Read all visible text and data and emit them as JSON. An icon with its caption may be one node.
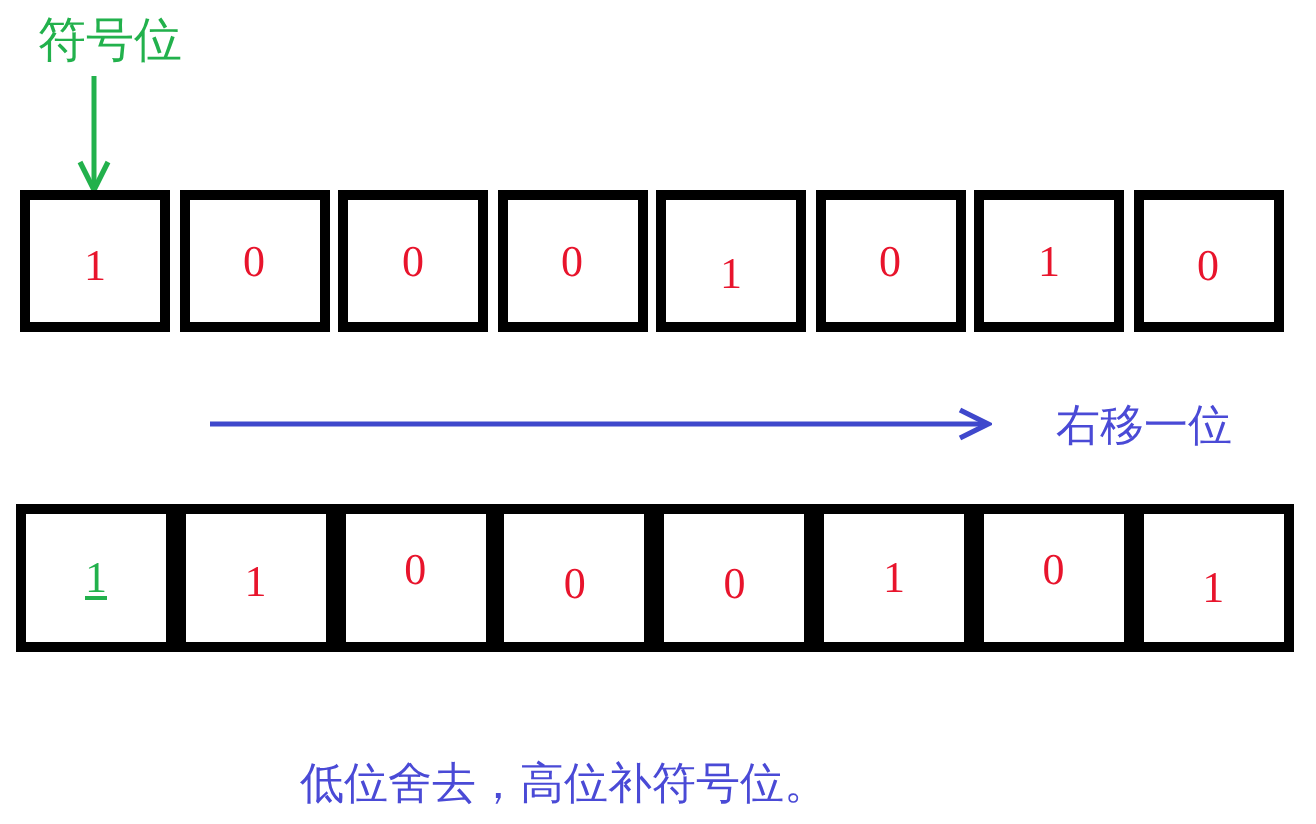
{
  "diagram": {
    "caption": "低位舍去，高位补符号位。",
    "nodes": [
      {
        "text": [
          "符号位"
        ]
      },
      {
        "text": [
          "1"
        ]
      },
      {
        "text": [
          "0"
        ]
      },
      {
        "text": [
          "0"
        ]
      },
      {
        "text": [
          "0"
        ]
      },
      {
        "text": [
          "1"
        ]
      },
      {
        "text": [
          "0"
        ]
      },
      {
        "text": [
          "1"
        ]
      },
      {
        "text": [
          "0"
        ]
      },
      {
        "text": [
          "1"
        ]
      },
      {
        "text": [
          "1"
        ]
      },
      {
        "text": [
          "0"
        ]
      },
      {
        "text": [
          "0"
        ]
      },
      {
        "text": [
          "0"
        ]
      },
      {
        "text": [
          "1"
        ]
      },
      {
        "text": [
          "0"
        ]
      },
      {
        "text": [
          "1"
        ]
      }
    ],
    "edges": [
      {
        "from": 0,
        "to": 1,
        "arrow": "to",
        "color": "#22b14c"
      }
    ],
    "labels": [
      "右移一位"
    ]
  }
}
